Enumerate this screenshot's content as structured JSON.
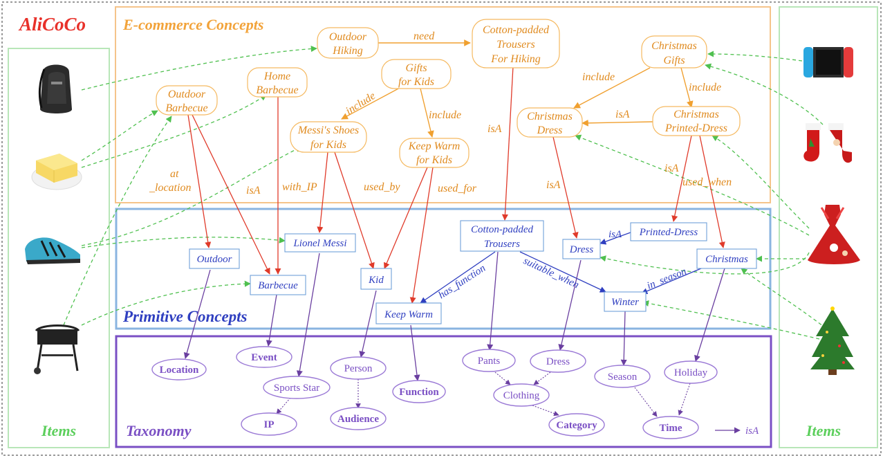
{
  "title": "AliCoCo",
  "sections": {
    "ecommerce": "E-commerce Concepts",
    "primitive": "Primitive Concepts",
    "taxonomy": "Taxonomy",
    "items_left": "Items",
    "items_right": "Items"
  },
  "colors": {
    "title_red": "#e8312a",
    "ecom_orange": "#f2a33a",
    "ecom_text": "#e08a1e",
    "primitive_blue": "#2f3fc0",
    "primitive_border": "#8ab4e0",
    "taxonomy_purple": "#7a4fc4",
    "items_green": "#5ccf5c",
    "relation_red": "#e03a2a",
    "link_green": "#4fc04f"
  },
  "ecommerce_concepts": {
    "outdoor_hiking": [
      "Outdoor",
      "Hiking"
    ],
    "cotton_trousers_hiking": [
      "Cotton-padded",
      "Trousers",
      "For Hiking"
    ],
    "christmas_gifts": [
      "Christmas",
      "Gifts"
    ],
    "home_barbecue": [
      "Home",
      "Barbecue"
    ],
    "gifts_for_kids": [
      "Gifts",
      "for Kids"
    ],
    "outdoor_barbecue": [
      "Outdoor",
      "Barbecue"
    ],
    "messi_shoes": [
      "Messi's Shoes",
      "for Kids"
    ],
    "keep_warm_kids": [
      "Keep Warm",
      "for Kids"
    ],
    "christmas_dress": [
      "Christmas",
      "Dress"
    ],
    "christmas_printed_dress": [
      "Christmas",
      "Printed-Dress"
    ]
  },
  "primitive_concepts": {
    "cotton_trousers": [
      "Cotton-padded",
      "Trousers"
    ],
    "printed_dress": "Printed-Dress",
    "lionel_messi": "Lionel Messi",
    "dress": "Dress",
    "outdoor": "Outdoor",
    "christmas": "Christmas",
    "kid": "Kid",
    "barbecue": "Barbecue",
    "winter": "Winter",
    "keep_warm": "Keep Warm"
  },
  "taxonomy_nodes": {
    "location": "Location",
    "event": "Event",
    "person": "Person",
    "pants": "Pants",
    "dress": "Dress",
    "holiday": "Holiday",
    "season": "Season",
    "sports_star": "Sports Star",
    "function": "Function",
    "clothing": "Clothing",
    "ip": "IP",
    "audience": "Audience",
    "category": "Category",
    "time": "Time"
  },
  "relations": {
    "need": "need",
    "include1": "include",
    "include2": "include",
    "include3": "include",
    "include4": "include",
    "isa_xmas": "isA",
    "isa_cotton": "isA",
    "isa_xdress": "isA",
    "isa_xprinted": "isA",
    "used_when": "used_when",
    "at_location": [
      "at",
      "_location"
    ],
    "isa_barbecue": "isA",
    "with_ip": "with_IP",
    "used_by": "used_by",
    "used_for": "used_for",
    "isa_printed": "isA",
    "has_function": "has_function",
    "suitable_when": "suitable_when",
    "in_season": "in_season"
  },
  "legend": {
    "label": "isA"
  },
  "items": {
    "left": [
      "backpack-image",
      "butter-image",
      "soccer-shoe-image",
      "barbecue-grill-image"
    ],
    "right": [
      "game-console-image",
      "christmas-stockings-image",
      "christmas-dress-image",
      "christmas-tree-image"
    ]
  }
}
